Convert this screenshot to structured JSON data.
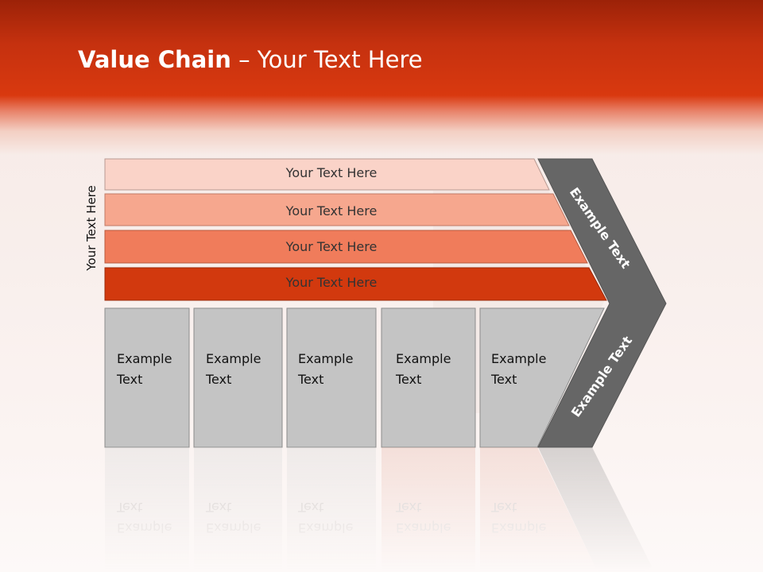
{
  "title": {
    "bold": "Value Chain",
    "rest": " – Your Text Here"
  },
  "side_label": "Your Text Here",
  "rows": [
    {
      "label": "Your Text Here",
      "color": "#fad3c8"
    },
    {
      "label": "Your Text Here",
      "color": "#f6a78e"
    },
    {
      "label": "Your Text Here",
      "color": "#f07c5b"
    },
    {
      "label": "Your Text Here",
      "color": "#d2390e"
    }
  ],
  "columns": [
    {
      "line1": "Example",
      "line2": "Text"
    },
    {
      "line1": "Example",
      "line2": "Text"
    },
    {
      "line1": "Example",
      "line2": "Text"
    },
    {
      "line1": "Example",
      "line2": "Text"
    },
    {
      "line1": "Example",
      "line2": "Text"
    }
  ],
  "chevron": {
    "upper_label": "Example Text",
    "lower_label": "Example Text",
    "color": "#666666"
  },
  "colors": {
    "header": "#d9390f",
    "column_fill": "#c4c4c4",
    "column_border": "#8c8c8c"
  }
}
